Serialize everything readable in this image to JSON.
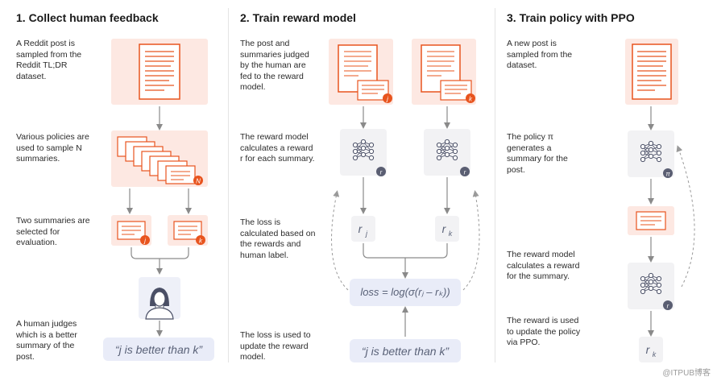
{
  "sections": [
    {
      "heading": "1. Collect human feedback",
      "steps": [
        "A Reddit post is\nsampled from the\nReddit TL;DR\ndataset.",
        "Various policies are\nused to sample N\nsummaries.",
        "Two summaries are\nselected for\nevaluation.",
        "A human judges\nwhich is a better\nsummary of the\npost."
      ],
      "judgement": "“j is better than k”"
    },
    {
      "heading": "2. Train reward model",
      "steps": [
        "The post and\nsummaries judged\nby the human are\nfed to the reward\nmodel.",
        "The reward model\ncalculates a reward\nr for each summary.",
        "The loss is\ncalculated based on\nthe rewards and\nhuman label.",
        "The loss is used to\nupdate the reward\nmodel."
      ],
      "loss": "loss = log(σ(rⱼ – rₖ))",
      "judgement": "“j is better than k”"
    },
    {
      "heading": "3. Train policy with PPO",
      "steps": [
        "A new post is\nsampled from the\ndataset.",
        "The policy π\ngenerates a\nsummary for the\npost.",
        "The reward model\ncalculates a reward\nfor the summary.",
        "The reward is used\nto update the policy\nvia PPO."
      ]
    }
  ],
  "labels": {
    "j": "j",
    "k": "k",
    "N": "N",
    "r": "r",
    "pi": "π",
    "rj_base": "r",
    "rj_sub": "j",
    "rk_base": "r",
    "rk_sub": "k"
  },
  "watermark": "@ITPUB博客",
  "colors": {
    "accent": "#e8541e",
    "paper_bg": "#fde8e2",
    "node_bg": "#f2f2f4",
    "pill_bg": "#e9ecf8",
    "arrow": "#8a8a8a"
  }
}
